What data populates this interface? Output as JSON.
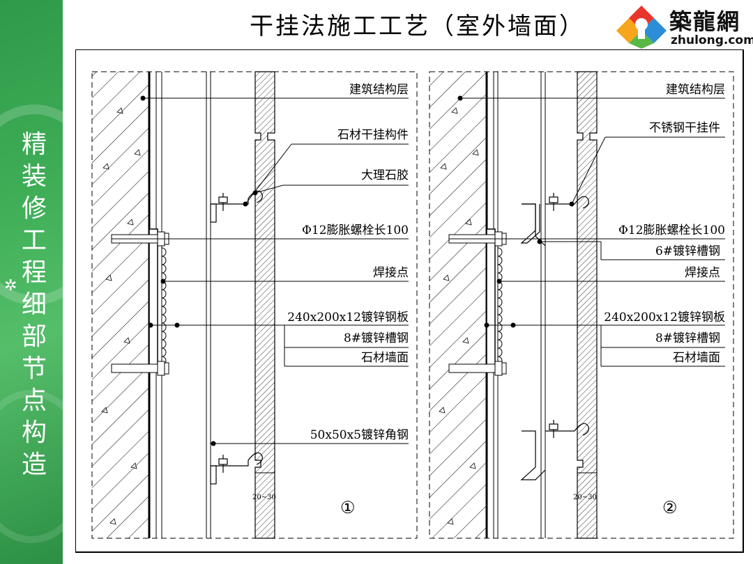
{
  "sidebar": {
    "title": "精装修工程细部节点构造",
    "star": "✲"
  },
  "header": {
    "title": "干挂法施工工艺（室外墙面）"
  },
  "logo": {
    "name": "築龍網",
    "url": "zhulong.com",
    "colors": [
      "#e8352b",
      "#f7a51c",
      "#2c8ed6",
      "#58b847"
    ]
  },
  "diagram1": {
    "labels": {
      "structure": "建筑结构层",
      "hanger": "石材干挂构件",
      "glue": "大理石胶",
      "bolt": "Φ12膨胀螺栓长100",
      "weld": "焊接点",
      "plate": "240x200x12镀锌钢板",
      "channel": "8#镀锌槽钢",
      "stone": "石材墙面",
      "angle": "50x50x5镀锌角钢"
    },
    "dimension": "20~30",
    "number": "①"
  },
  "diagram2": {
    "labels": {
      "structure": "建筑结构层",
      "hanger": "不锈钢干挂件",
      "bolt": "Φ12膨胀螺栓长100",
      "channel6": "6#镀锌槽钢",
      "weld": "焊接点",
      "plate": "240x200x12镀锌钢板",
      "channel": "8#镀锌槽钢",
      "stone": "石材墙面"
    },
    "dimension": "20~30",
    "number": "②"
  }
}
